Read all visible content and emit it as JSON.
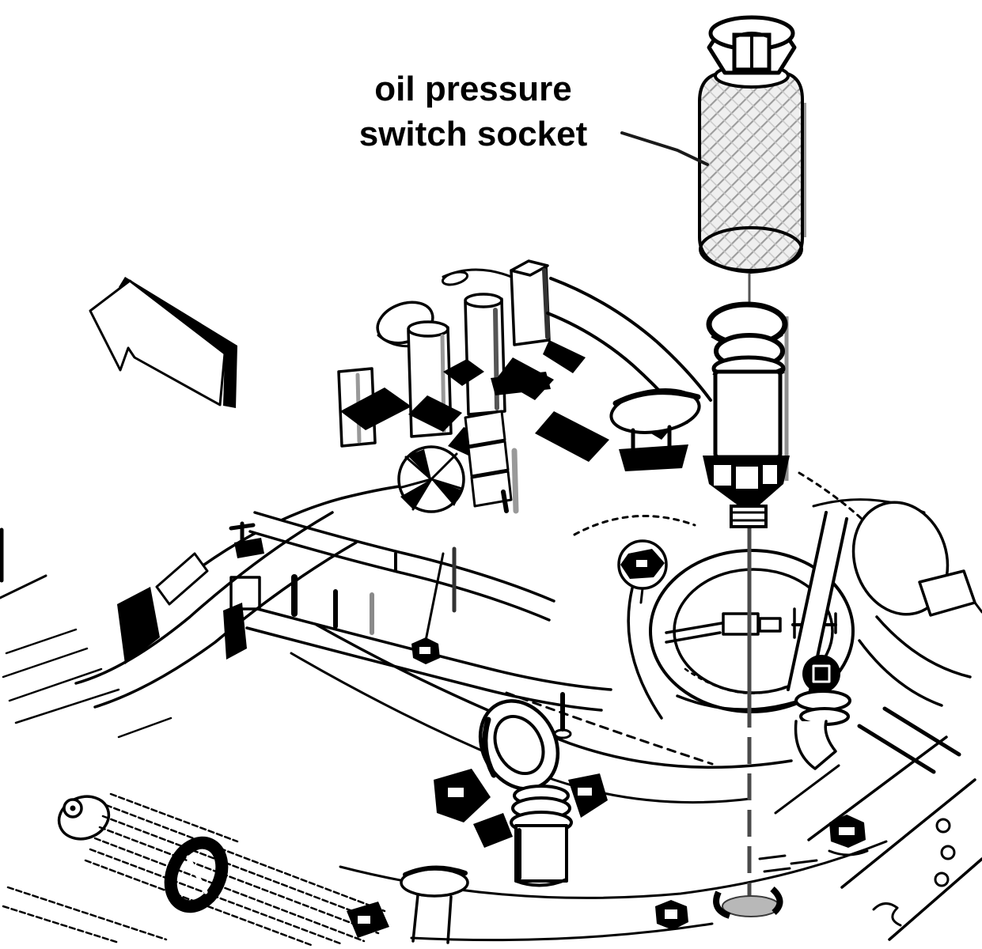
{
  "label": {
    "line1": "oil pressure",
    "line2": "switch socket"
  },
  "colors": {
    "background": "#ffffff",
    "line": "#000000",
    "hatch_gray": "#9b9b9b",
    "shadow_gray": "#8f8f8f",
    "leader_gray": "#4a4a4a",
    "washer_gray": "#b8b8b8"
  },
  "diagram": {
    "type": "technical-illustration",
    "components": [
      {
        "name": "front-direction-arrow"
      },
      {
        "name": "socket-tool"
      },
      {
        "name": "oil-pressure-switch"
      },
      {
        "name": "alignment-leader-line"
      },
      {
        "name": "engine-assembly"
      }
    ]
  }
}
